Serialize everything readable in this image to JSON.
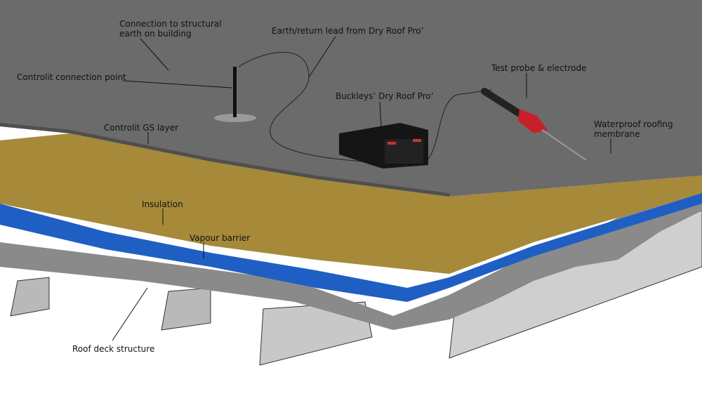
{
  "labels": {
    "earth_connection": "Connection to structural",
    "earth_connection_2": "earth on building",
    "earth_lead": "Earth/return lead from Dry Roof Pro’",
    "connection_point": "Controlit connection point",
    "test_probe": "Test probe & electrode",
    "dry_roof_pro": "Buckleys’ Dry Roof Pro’",
    "gs_layer": "Controlit GS layer",
    "membrane": "Waterproof roofing",
    "membrane_2": "membrane",
    "insulation": "Insulation",
    "vapour_barrier": "Vapour barrier",
    "roof_deck": "Roof deck structure"
  },
  "colors": {
    "membrane": "#6b6b6b",
    "insulation": "#a68a3a",
    "vapour_barrier": "#1f5fc4",
    "deck": "#8a8a8a"
  }
}
